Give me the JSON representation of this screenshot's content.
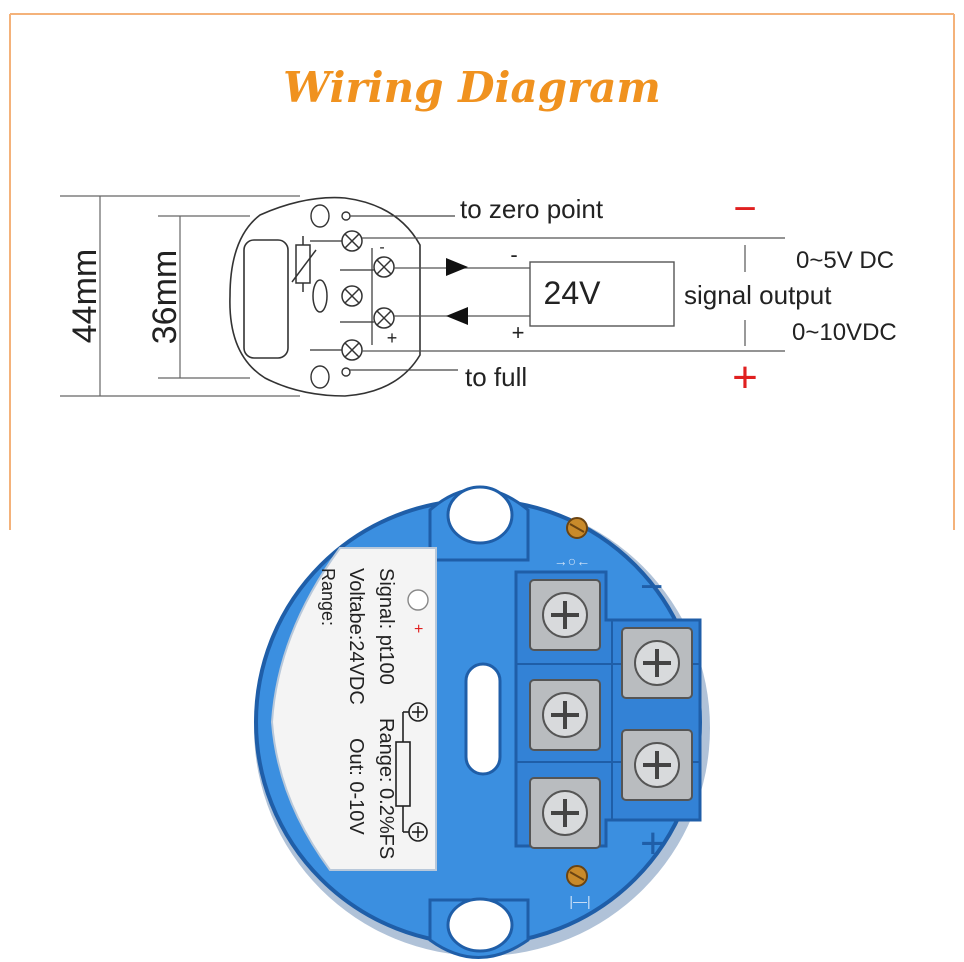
{
  "title": "Wiring Diagram",
  "colors": {
    "title": "#f0921f",
    "frame": "#f4b27a",
    "line": "#333333",
    "polarity": "#e02020",
    "module_blue": "#3b8fe0",
    "label_paper": "#f4f4f4"
  },
  "dimensions": {
    "outer": "44mm",
    "inner": "36mm"
  },
  "labels": {
    "zero": "to zero point",
    "full": "to full",
    "supply": "24V",
    "supply_minus": "-",
    "supply_plus": "+",
    "terminal_minus": "-",
    "terminal_plus": "+",
    "output": "signal output",
    "range_5v": "0~5V DC",
    "range_10v": "0~10VDC",
    "out_minus": "−",
    "out_plus": "+"
  },
  "module": {
    "signal": "Signal: pt100",
    "accuracy": "Range: 0.2%FS",
    "voltage": "Voltabe:24VDC",
    "output": "Out: 0-10V",
    "range": "Range:",
    "plus_mark": "+",
    "minus_mark": "−",
    "plus_mark_bottom": "+",
    "adjust_top": "→○←",
    "adjust_bottom": "|—|"
  },
  "icons": [
    "screw-terminal-icon",
    "resistor-icon",
    "diode-arrow-icon",
    "adjust-screw-icon"
  ]
}
